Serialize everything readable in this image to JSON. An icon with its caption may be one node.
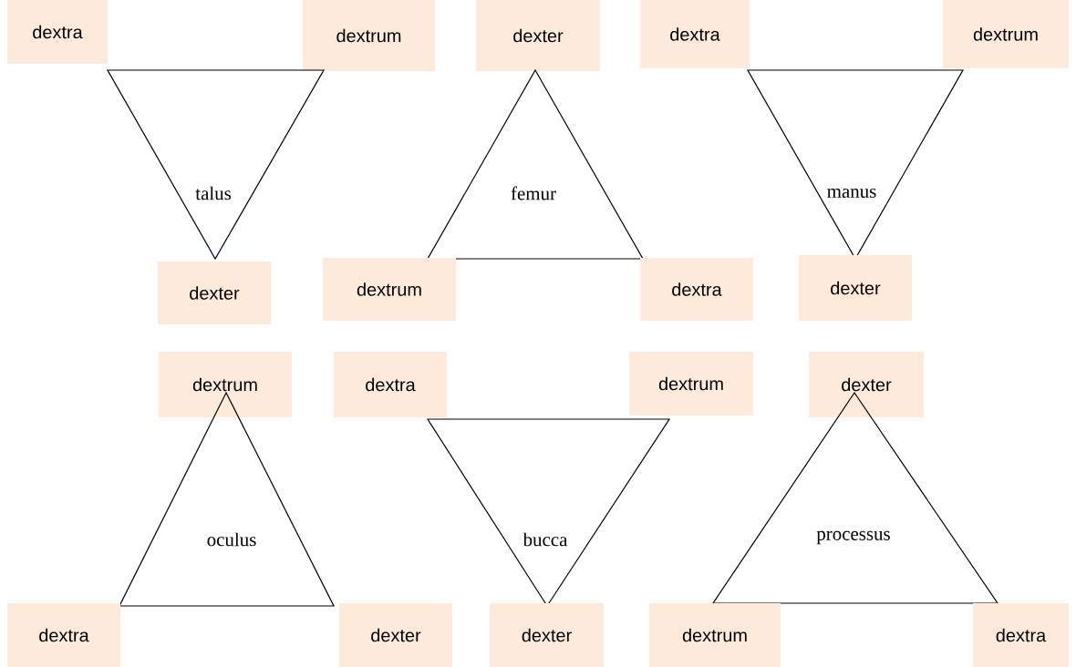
{
  "diagram": {
    "nodes": [
      {
        "text": [
          "dextra"
        ]
      },
      {
        "text": [
          "dextrum"
        ]
      },
      {
        "text": [
          "talus"
        ]
      },
      {
        "text": [
          "dexter"
        ]
      },
      {
        "text": [
          "dexter"
        ]
      },
      {
        "text": [
          "femur"
        ]
      },
      {
        "text": [
          "dextrum"
        ]
      },
      {
        "text": [
          "dextra"
        ]
      },
      {
        "text": [
          "dextra"
        ]
      },
      {
        "text": [
          "dextrum"
        ]
      },
      {
        "text": [
          "manus"
        ]
      },
      {
        "text": [
          "dexter"
        ]
      },
      {
        "text": [
          "dextrum"
        ]
      },
      {
        "text": [
          "oculus"
        ]
      },
      {
        "text": [
          "dextra"
        ]
      },
      {
        "text": [
          "dexter"
        ]
      },
      {
        "text": [
          "dextra"
        ]
      },
      {
        "text": [
          "dextrum"
        ]
      },
      {
        "text": [
          "bucca"
        ]
      },
      {
        "text": [
          "dexter"
        ]
      },
      {
        "text": [
          "dexter"
        ]
      },
      {
        "text": [
          "processus"
        ]
      },
      {
        "text": [
          "dextrum"
        ]
      },
      {
        "text": [
          "dextra"
        ]
      }
    ]
  }
}
